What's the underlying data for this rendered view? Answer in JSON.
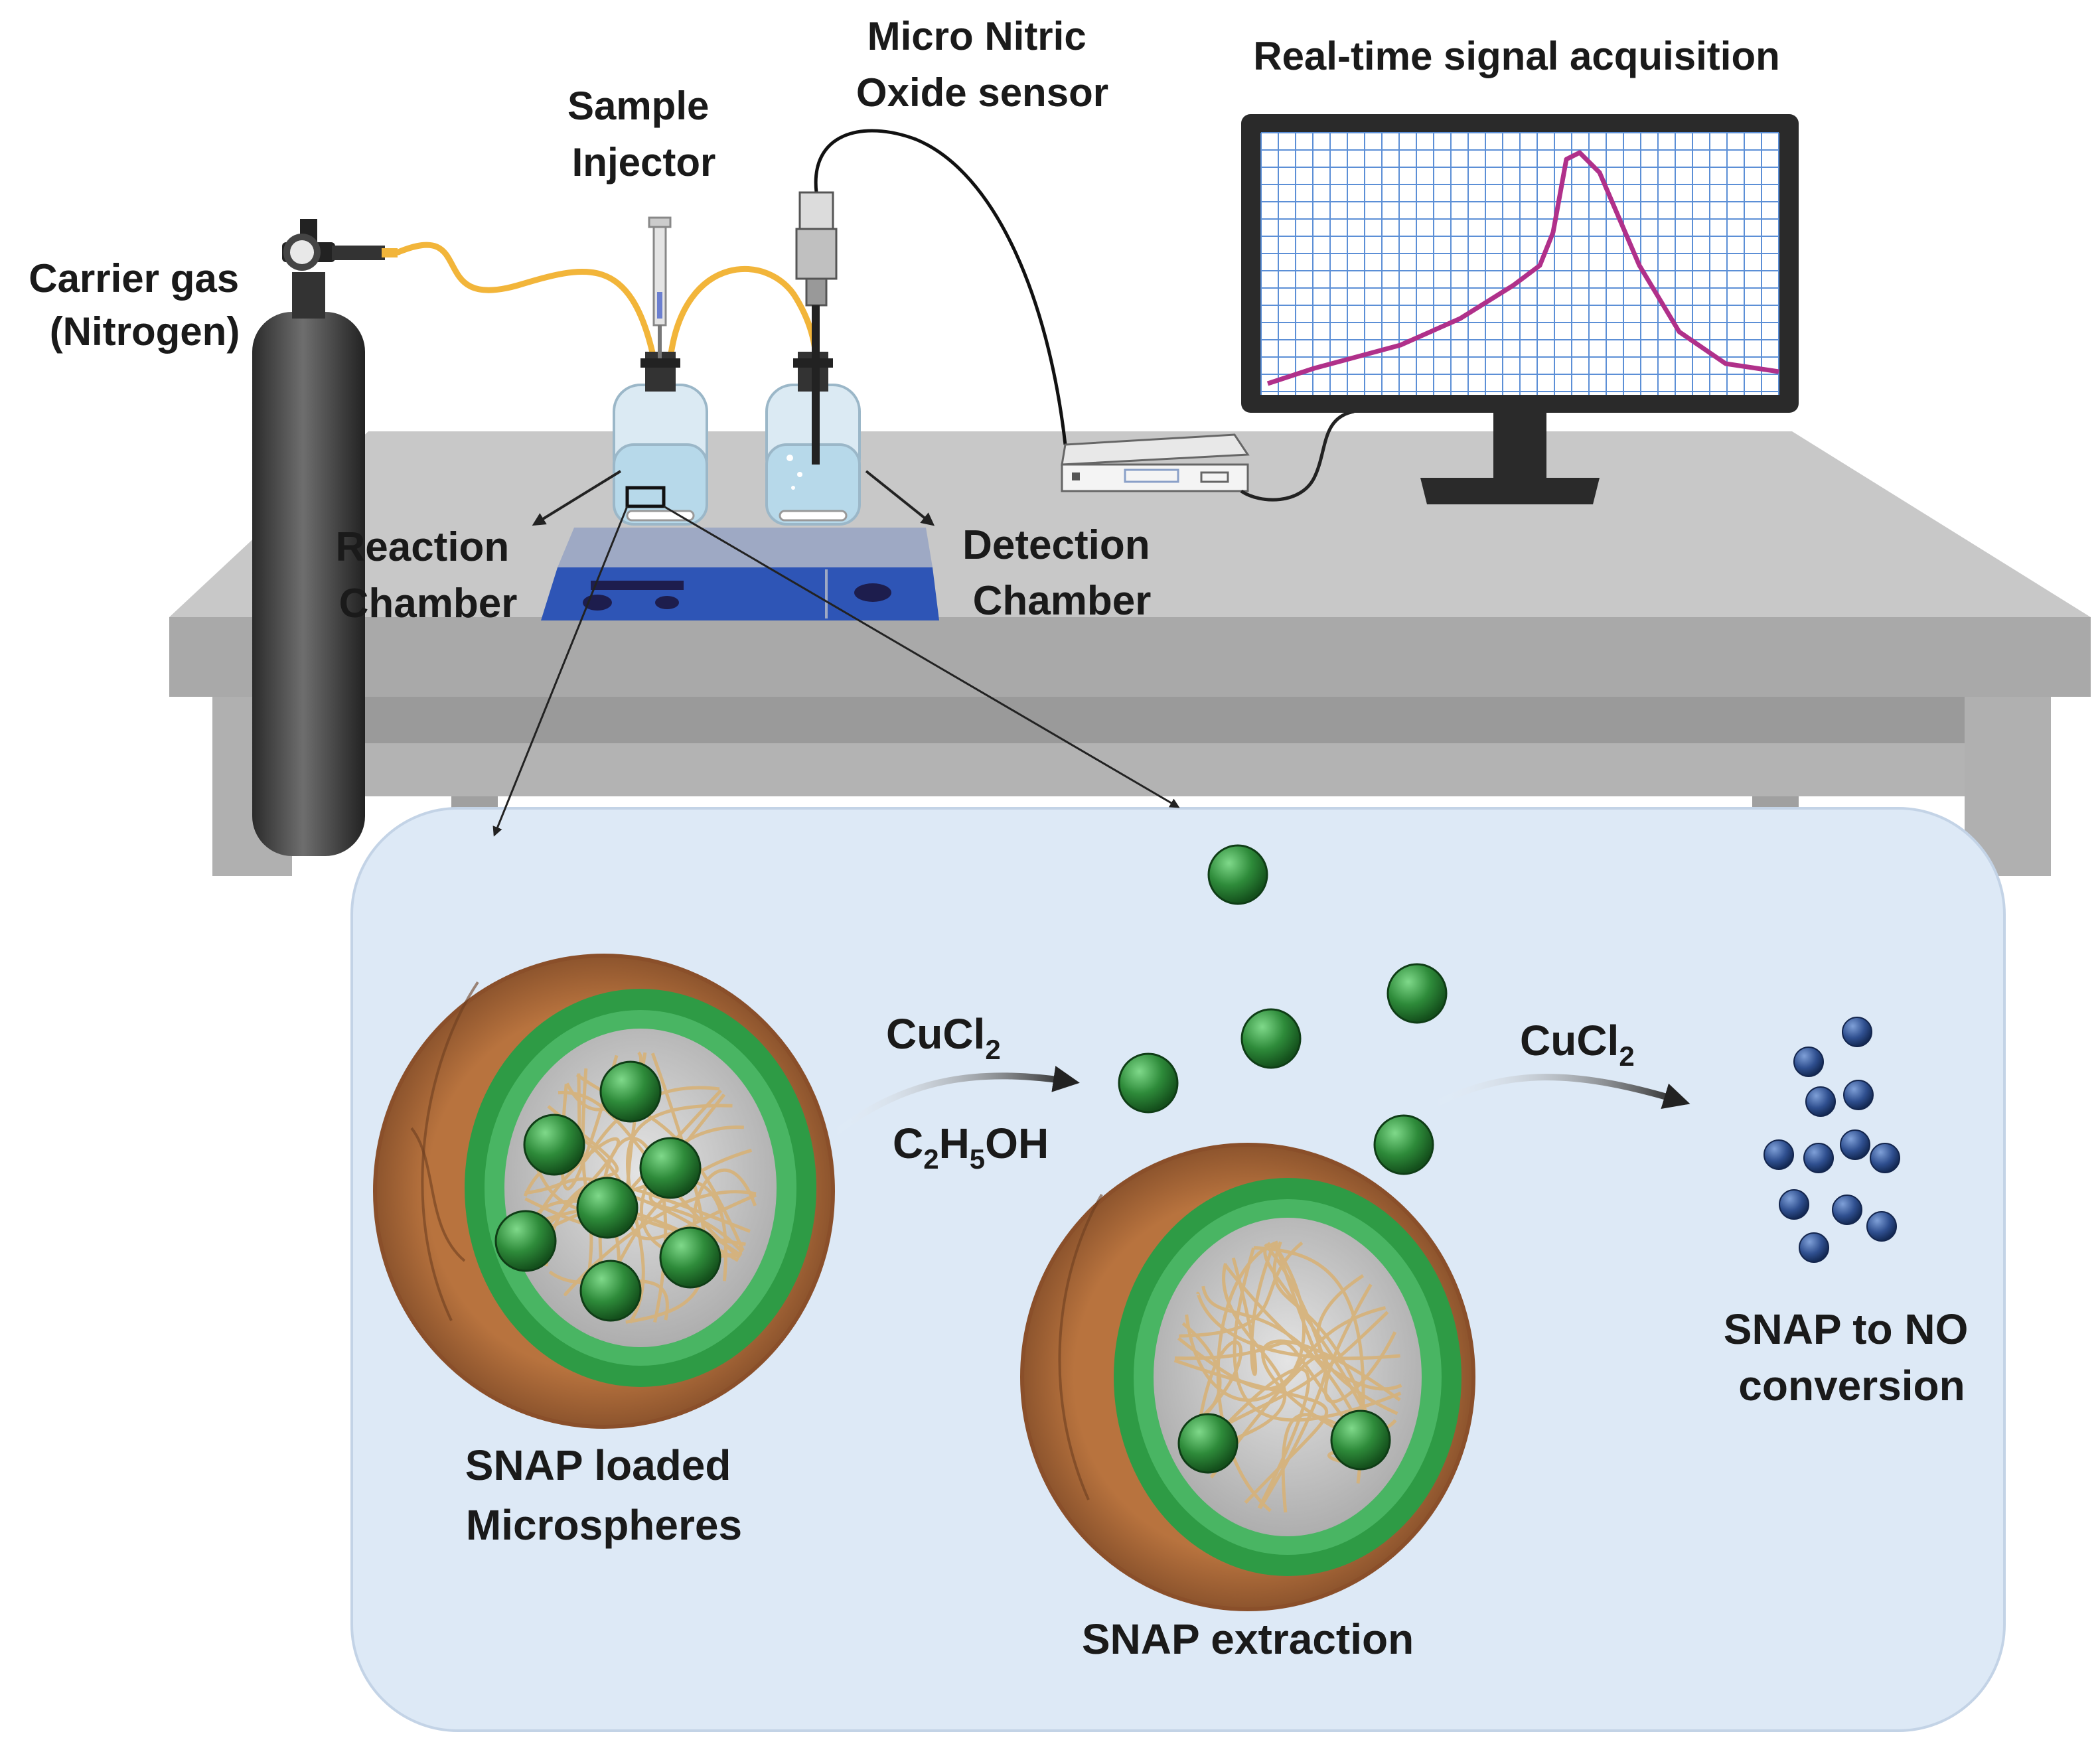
{
  "labels": {
    "carrier_gas_1": "Carrier gas",
    "carrier_gas_2": "(Nitrogen)",
    "sample_injector_1": "Sample",
    "sample_injector_2": "Injector",
    "no_sensor_1": "Micro Nitric",
    "no_sensor_2": "Oxide sensor",
    "signal_acquisition": "Real-time signal acquisition",
    "reaction_chamber_1": "Reaction",
    "reaction_chamber_2": "Chamber",
    "detection_chamber_1": "Detection",
    "detection_chamber_2": "Chamber",
    "microspheres_1": "SNAP loaded",
    "microspheres_2": "Microspheres",
    "extraction": "SNAP extraction",
    "conversion_1": "SNAP to NO",
    "conversion_2": "conversion"
  },
  "reagents": {
    "step1_top_main": "CuCl",
    "step1_top_sub": "2",
    "step1_bottom_a": "C",
    "step1_bottom_sub_a": "2",
    "step1_bottom_b": "H",
    "step1_bottom_sub_b": "5",
    "step1_bottom_c": "OH",
    "step2_main": "CuCl",
    "step2_sub": "2"
  },
  "colors": {
    "gas_tube": "#f2b53a",
    "signal_trace": "#b0308a",
    "snap_particle": "#2e8b3a",
    "no_particle": "#2f4f8f",
    "panel_bg": "#dde9f6",
    "bench": "#bdbdbd"
  }
}
